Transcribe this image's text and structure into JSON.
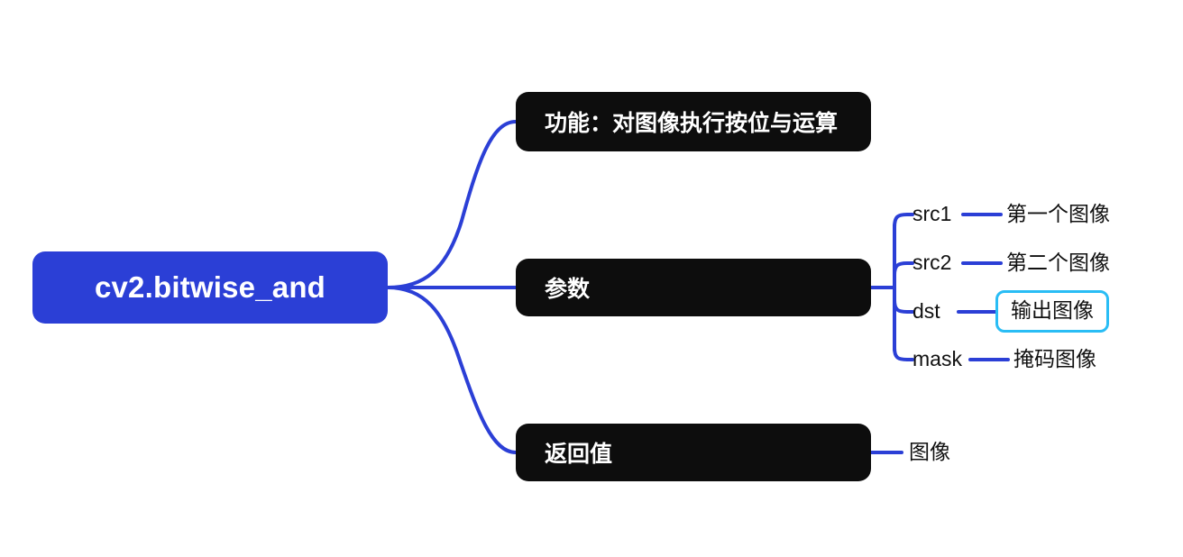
{
  "diagram": {
    "type": "mind-map",
    "background_color": "#ffffff",
    "accent_color": "#2B3FD6",
    "node_color": "#0d0d0d",
    "highlight_color": "#29BDF5",
    "root": {
      "label": "cv2.bitwise_and"
    },
    "branches": [
      {
        "label": "功能：对图像执行按位与运算",
        "children": []
      },
      {
        "label": "参数",
        "children": [
          {
            "label": "src1",
            "detail": "第一个图像",
            "highlighted": false
          },
          {
            "label": "src2",
            "detail": "第二个图像",
            "highlighted": false
          },
          {
            "label": "dst",
            "detail": "输出图像",
            "highlighted": true
          },
          {
            "label": "mask",
            "detail": "掩码图像",
            "highlighted": false
          }
        ]
      },
      {
        "label": "返回值",
        "children": [
          {
            "label": "图像",
            "detail": "",
            "highlighted": false
          }
        ]
      }
    ]
  }
}
